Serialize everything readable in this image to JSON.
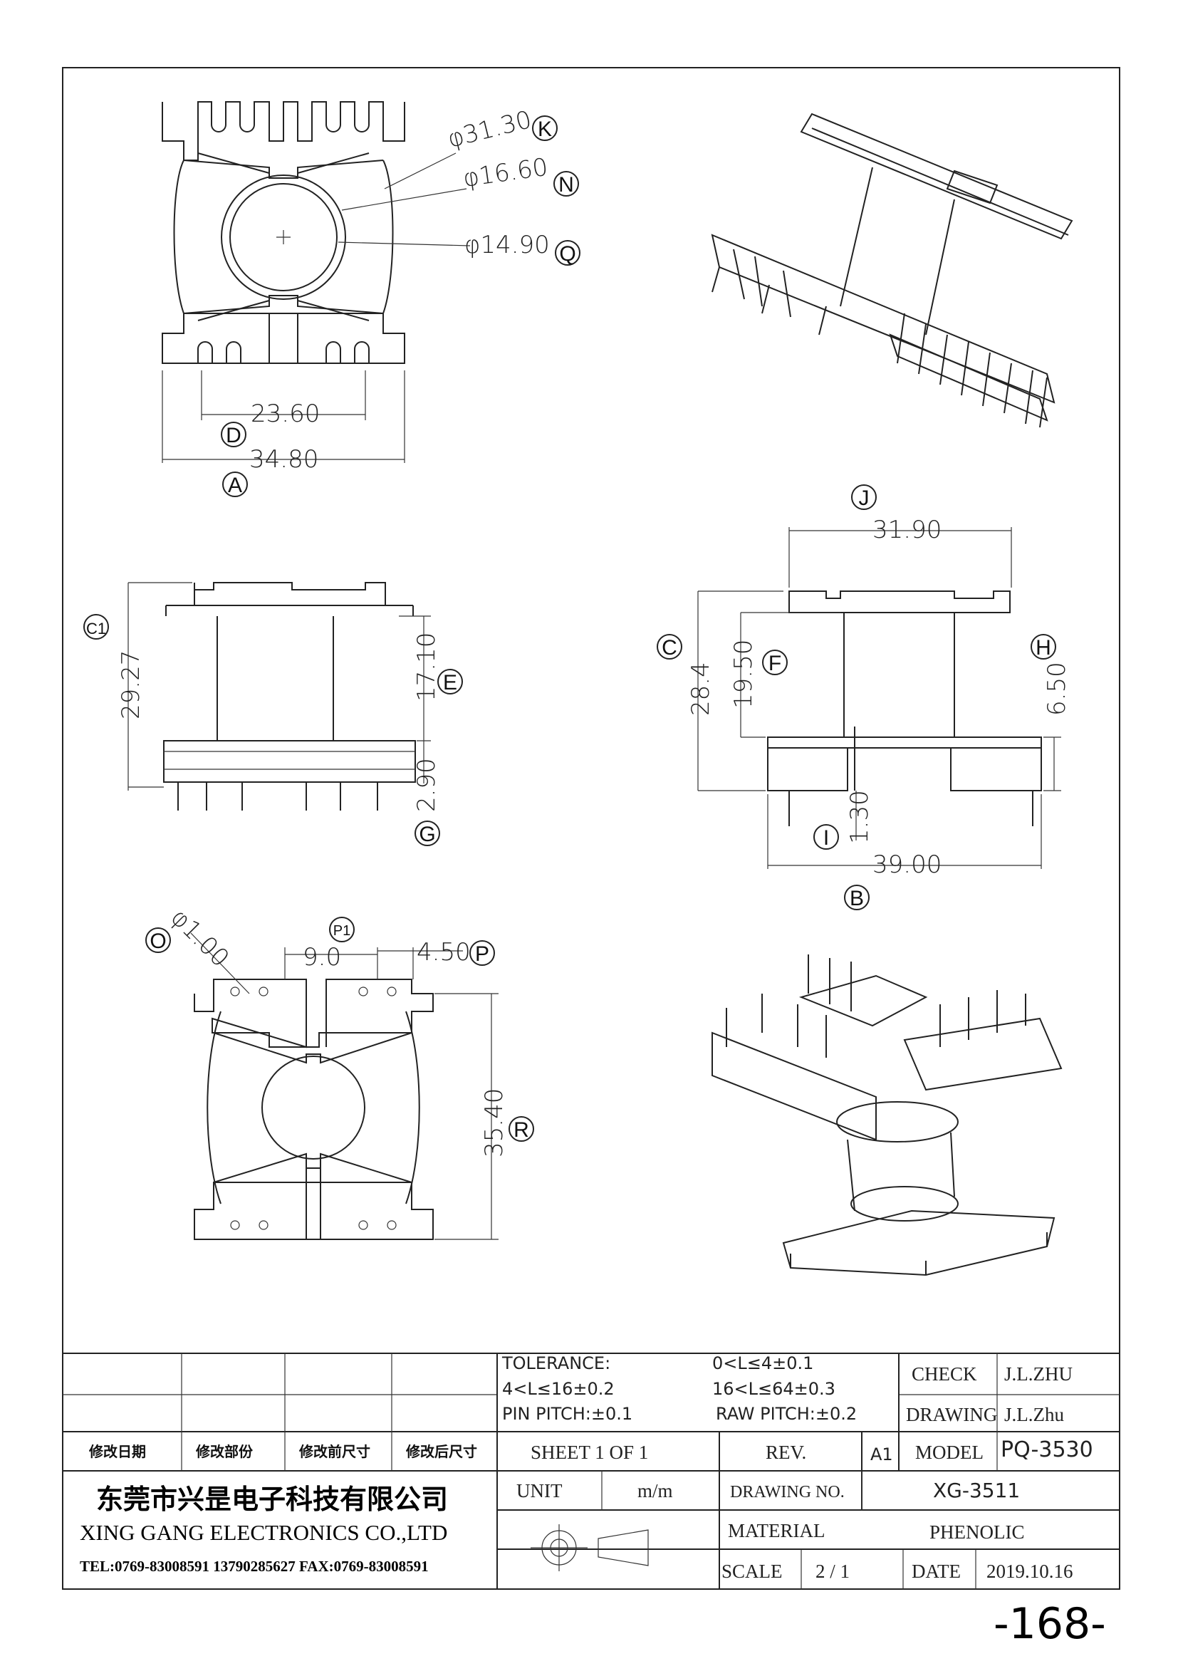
{
  "dims": {
    "k": "φ31.30",
    "n": "φ16.60",
    "q": "φ14.90",
    "d": "23.60",
    "a": "34.80",
    "c1": "29.27",
    "e": "17.10",
    "g": "2.90",
    "j": "31.90",
    "c": "28.4",
    "f": "19.50",
    "h": "6.50",
    "i": "1.30",
    "b": "39.00",
    "o": "φ1.00",
    "p1": "9.0",
    "p": "4.50",
    "r": "35.40"
  },
  "labels": {
    "k": "K",
    "n": "N",
    "q": "Q",
    "d": "D",
    "a": "A",
    "c1": "C1",
    "e": "E",
    "g": "G",
    "j": "J",
    "c": "C",
    "f": "F",
    "h": "H",
    "i": "I",
    "b": "B",
    "o": "O",
    "p1": "P1",
    "p": "P",
    "r": "R"
  },
  "title_block": {
    "revision_headers": [
      "修改日期",
      "修改部份",
      "修改前尺寸",
      "修改后尺寸"
    ],
    "tolerance_label": "TOLERANCE:",
    "tol_1": "0<L≤4±0.1",
    "tol_2": "4<L≤16±0.2",
    "tol_3": "16<L≤64±0.3",
    "pin_pitch": "PIN PITCH:±0.1",
    "raw_pitch": "RAW PITCH:±0.2",
    "check_label": "CHECK",
    "check_value": "J.L.ZHU",
    "drawing_label": "DRAWING",
    "drawing_value": "J.L.Zhu",
    "sheet": "SHEET 1 OF 1",
    "rev_label": "REV.",
    "rev_value": "A1",
    "model_label": "MODEL",
    "model_value": "PQ-3530",
    "company_cn": "东莞市兴昰电子科技有限公司",
    "company_en": "XING GANG ELECTRONICS CO.,LTD",
    "contact": "TEL:0769-83008591 13790285627 FAX:0769-83008591",
    "unit_label": "UNIT",
    "unit_value": "m/m",
    "drawing_no_label": "DRAWING NO.",
    "drawing_no_value": "XG-3511",
    "material_label": "MATERIAL",
    "material_value": "PHENOLIC",
    "scale_label": "SCALE",
    "scale_value": "2 / 1",
    "date_label": "DATE",
    "date_value": "2019.10.16"
  },
  "page_number": "-168-"
}
